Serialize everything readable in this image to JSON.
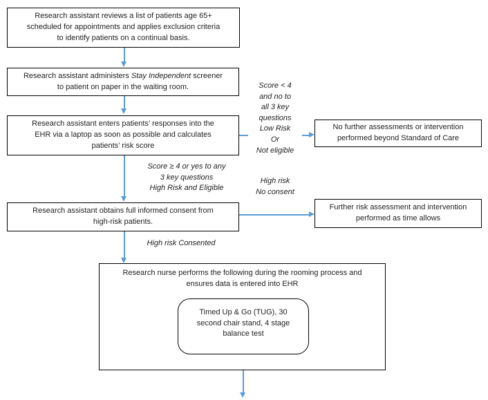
{
  "diagram": {
    "boxes": {
      "review": {
        "lines": [
          "Research assistant reviews a list of patients age 65+",
          "scheduled for appointments and applies exclusion criteria",
          "to identify patients on a continual basis."
        ]
      },
      "screener": {
        "line1_prefix": "Research assistant administers ",
        "line1_italic": "Stay Independent",
        "line1_suffix": " screener",
        "line2": "to patient on paper in the waiting room."
      },
      "ehr": {
        "lines": [
          "Research assistant enters patients’ responses into the",
          "EHR via a laptop as soon as possible and calculates",
          "patients’ risk score"
        ]
      },
      "consent": {
        "lines": [
          "Research assistant obtains full informed consent from",
          "high-risk patients."
        ]
      },
      "no_further": {
        "lines": [
          "No further assessments or intervention",
          "performed beyond Standard of Care"
        ]
      },
      "further": {
        "lines": [
          "Further risk assessment and intervention",
          "performed as time allows"
        ]
      },
      "nurse": {
        "lines": [
          "Research nurse performs the following during the rooming process and",
          "ensures data is entered into EHR"
        ]
      },
      "tests": {
        "lines": [
          "Timed Up & Go (TUG), 30",
          "second chair stand, 4 stage",
          "balance test"
        ]
      }
    },
    "labels": {
      "low_risk": {
        "lines": [
          "Score < 4",
          "and no to",
          "all 3 key",
          "questions",
          "Low Risk",
          "Or",
          "Not eligible"
        ]
      },
      "high_risk_eligible": {
        "lines": [
          "Score ≥ 4 or yes to any",
          "3 key questions",
          "High Risk and Eligible"
        ]
      },
      "no_consent": {
        "lines": [
          "High risk",
          "No consent"
        ]
      },
      "consented": {
        "text": "High risk Consented"
      }
    },
    "colors": {
      "arrow": "#5B9BD5",
      "border": "#000000",
      "text": "#1f1f1f",
      "background": "#ffffff"
    }
  }
}
